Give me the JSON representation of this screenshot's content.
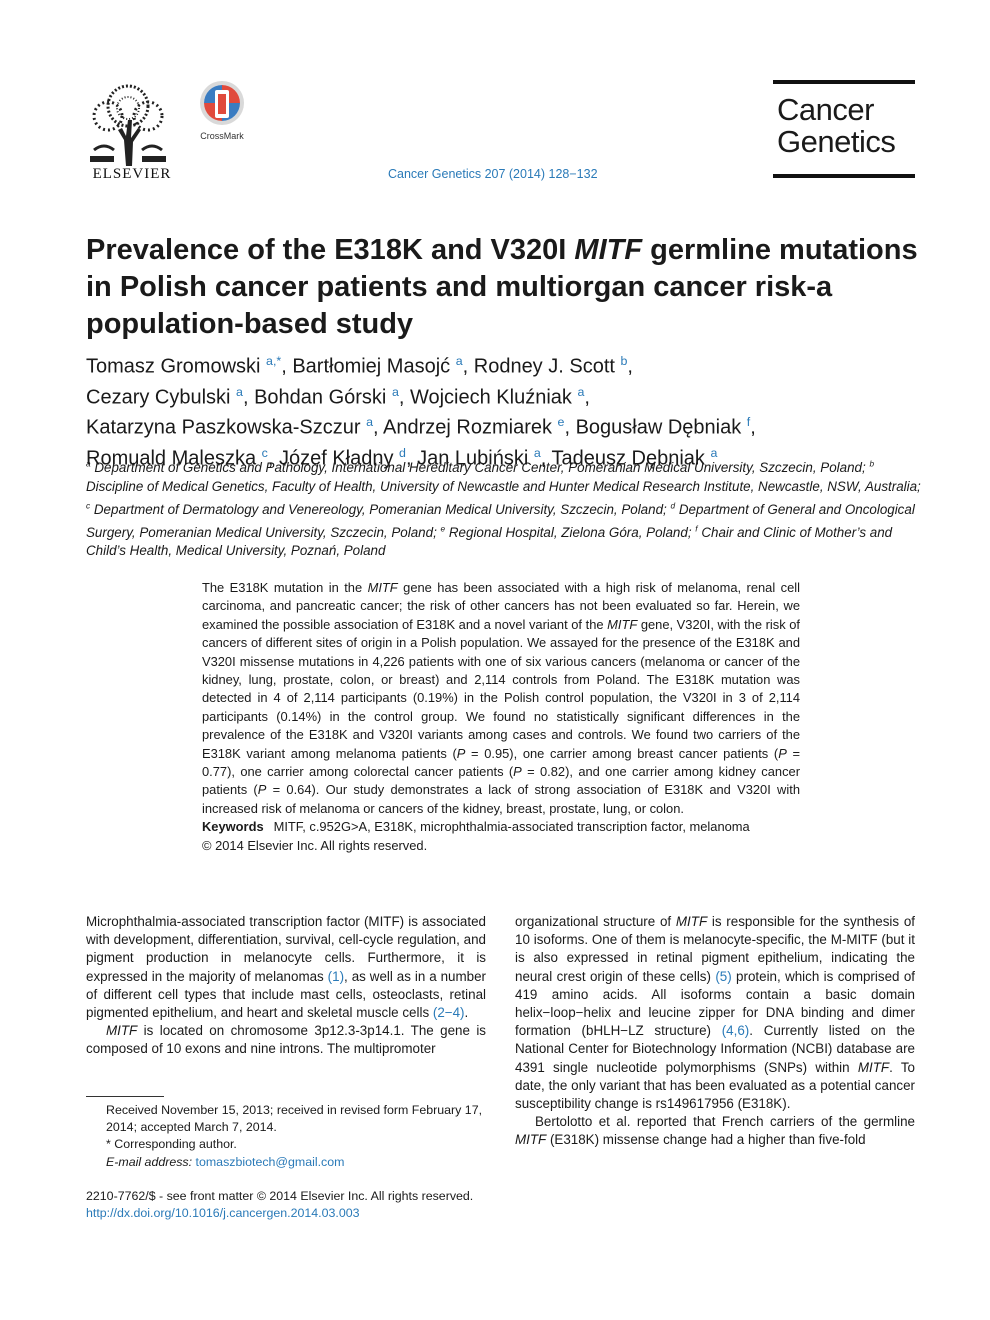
{
  "header": {
    "publisher": "ELSEVIER",
    "crossmark_label": "CrossMark",
    "citation": "Cancer Genetics 207 (2014) 128−132",
    "journal_line1": "Cancer",
    "journal_line2": "Genetics"
  },
  "article": {
    "title_pre": "Prevalence of the E318K and V320I ",
    "title_gene": "MITF",
    "title_post": " germline mutations in Polish cancer patients and multiorgan cancer risk-a population-based study",
    "authors": [
      {
        "name": "Tomasz Gromowski",
        "sup": "a,*",
        "after": ", ",
        "br": false
      },
      {
        "name": "Bartłomiej Masojć",
        "sup": "a",
        "after": ", ",
        "br": false
      },
      {
        "name": "Rodney J. Scott",
        "sup": "b",
        "after": ",",
        "br": true
      },
      {
        "name": "Cezary Cybulski",
        "sup": "a",
        "after": ", ",
        "br": false
      },
      {
        "name": "Bohdan Górski",
        "sup": "a",
        "after": ", ",
        "br": false
      },
      {
        "name": "Wojciech Kluźniak",
        "sup": "a",
        "after": ",",
        "br": true
      },
      {
        "name": "Katarzyna Paszkowska-Szczur",
        "sup": "a",
        "after": ", ",
        "br": false
      },
      {
        "name": "Andrzej Rozmiarek",
        "sup": "e",
        "after": ", ",
        "br": false
      },
      {
        "name": "Bogusław Dębniak",
        "sup": "f",
        "after": ",",
        "br": true
      },
      {
        "name": "Romuald Maleszka",
        "sup": "c",
        "after": ", ",
        "br": false
      },
      {
        "name": "Józef Kładny",
        "sup": "d",
        "after": ", ",
        "br": false
      },
      {
        "name": "Jan Lubiński",
        "sup": "a",
        "after": ", ",
        "br": false
      },
      {
        "name": "Tadeusz Dębniak",
        "sup": "a",
        "after": "",
        "br": false
      }
    ],
    "affiliations": [
      {
        "sup": "a",
        "text": "Department of Genetics and Pathology, International Hereditary Cancer Center, Pomeranian Medical University, Szczecin, Poland;"
      },
      {
        "sup": "b",
        "text": "Discipline of Medical Genetics, Faculty of Health, University of Newcastle and Hunter Medical Research Institute, Newcastle, NSW, Australia;"
      },
      {
        "sup": "c",
        "text": "Department of Dermatology and Venereology, Pomeranian Medical University, Szczecin, Poland;"
      },
      {
        "sup": "d",
        "text": "Department of General and Oncological Surgery, Pomeranian Medical University, Szczecin, Poland;"
      },
      {
        "sup": "e",
        "text": "Regional Hospital, Zielona Góra, Poland;"
      },
      {
        "sup": "f",
        "text": "Chair and Clinic of Mother’s and Child’s Health, Medical University, Poznań, Poland"
      }
    ]
  },
  "abstract": {
    "s1": "The E318K mutation in the ",
    "s1_gene": "MITF",
    "s2": " gene has been associated with a high risk of melanoma, renal cell carcinoma, and pancreatic cancer; the risk of other cancers has not been evaluated so far. Herein, we examined the possible association of E318K and a novel variant of the ",
    "s2_gene": "MITF",
    "s3": " gene, V320I, with the risk of cancers of different sites of origin in a Polish population. We assayed for the presence of the E318K and V320I missense mutations in 4,226 patients with one of six various cancers (melanoma or cancer of the kidney, lung, prostate, colon, or breast) and 2,114 controls from Poland. The E318K mutation was detected in 4 of 2,114 participants (0.19%) in the Polish control population, the V320I in 3 of 2,114 participants (0.14%) in the control group. We found no statistically significant differences in the prevalence of the E318K and V320I variants among cases and controls. We found two carriers of the E318K variant among melanoma patients (",
    "p1": "P",
    "v1": " = 0.95), one carrier among breast cancer patients (",
    "p2": "P",
    "v2": " = 0.77), one carrier among colorectal cancer patients (",
    "p3": "P",
    "v3": " = 0.82), and one carrier among kidney cancer patients (",
    "p4": "P",
    "v4": " = 0.64). Our study demonstrates a lack of strong association of E318K and V320I with increased risk of melanoma or cancers of the kidney, breast, prostate, lung, or colon.",
    "keywords_label": "Keywords",
    "keywords": "MITF, c.952G>A, E318K, microphthalmia-associated transcription factor, melanoma",
    "copyright": "© 2014 Elsevier Inc. All rights reserved."
  },
  "body": {
    "left_p1_a": "Microphthalmia-associated transcription factor (MITF) is associated with development, differentiation, survival, cell-cycle regulation, and pigment production in melanocyte cells. Furthermore, it is expressed in the majority of melanomas ",
    "left_p1_ref1": "(1)",
    "left_p1_b": ", as well as in a number of different cell types that include mast cells, osteoclasts, retinal pigmented epithelium, and heart and skeletal muscle cells ",
    "left_p1_ref2": "(2−4)",
    "left_p1_c": ".",
    "left_p2_gene": "MITF",
    "left_p2": " is located on chromosome 3p12.3-3p14.1. The gene is composed of 10 exons and nine introns. The multipromoter",
    "right_p1_a": "organizational structure of ",
    "right_p1_gene": "MITF",
    "right_p1_b": " is responsible for the synthesis of 10 isoforms. One of them is melanocyte-specific, the M-MITF (but it is also expressed in retinal pigment epithelium, indicating the neural crest origin of these cells) ",
    "right_p1_ref1": "(5)",
    "right_p1_c": " protein, which is comprised of 419 amino acids. All isoforms contain a basic domain helix−loop−helix and leucine zipper for DNA binding and dimer formation (bHLH−LZ structure) ",
    "right_p1_ref2": "(4,6)",
    "right_p1_d": ". Currently listed on the National Center for Biotechnology Information (NCBI) database are 4391 single nucleotide polymorphisms (SNPs) within ",
    "right_p1_gene2": "MITF",
    "right_p1_e": ". To date, the only variant that has been evaluated as a potential cancer susceptibility change is rs149617956 (E318K).",
    "right_p2_a": "Bertolotto et al. reported that French carriers of the germline ",
    "right_p2_gene": "MITF",
    "right_p2_b": " (E318K) missense change had a higher than five-fold"
  },
  "footnotes": {
    "received": "Received November 15, 2013; received in revised form February 17, 2014; accepted March 7, 2014.",
    "corresponding": "* Corresponding author.",
    "email_label": "E-mail address:",
    "email": "tomaszbiotech@gmail.com"
  },
  "frontmatter": {
    "issn": "2210-7762/$ - see front matter © 2014 Elsevier Inc. All rights reserved.",
    "doi": "http://dx.doi.org/10.1016/j.cancergen.2014.03.003"
  }
}
